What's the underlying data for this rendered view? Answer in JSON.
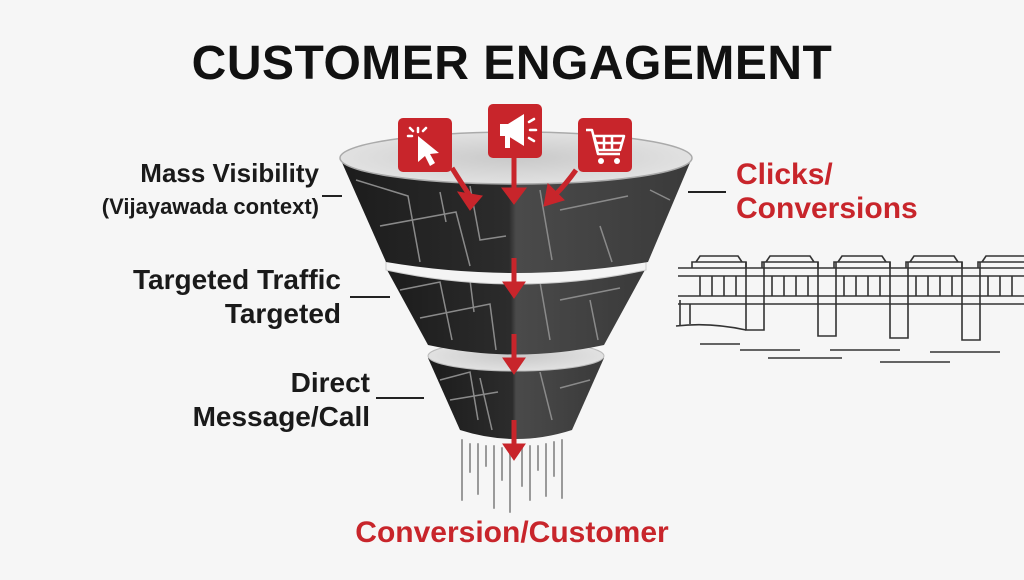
{
  "title": "CUSTOMER ENGAGEMENT",
  "left_labels": {
    "mass_visibility": "Mass Visibility",
    "mass_visibility_sub": "(Vijayawada context)",
    "targeted_traffic": "Targeted Traffic",
    "targeted_traffic_sub": "Targeted",
    "direct": "Direct",
    "direct_sub": "Message/Call"
  },
  "right_label": {
    "line1": "Clicks/",
    "line2": "Conversions"
  },
  "bottom_label": "Conversion/Customer",
  "icons": [
    "cursor-click-icon",
    "megaphone-icon",
    "shopping-cart-icon"
  ],
  "colors": {
    "accent": "#c8252b",
    "funnel_dark": "#2b2b2b",
    "funnel_rim": "#d4d4d4"
  }
}
